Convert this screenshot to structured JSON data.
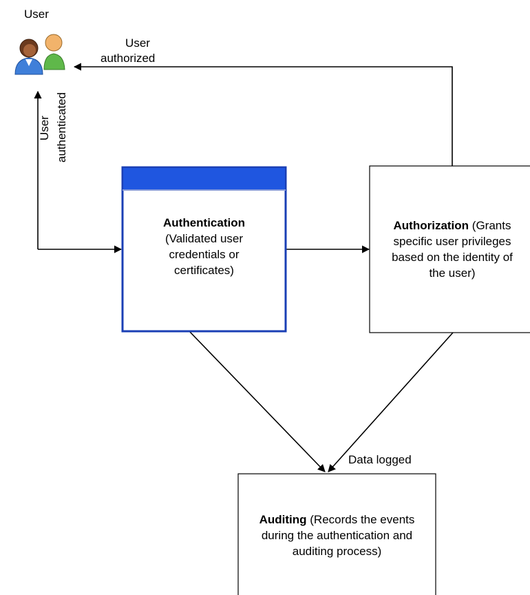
{
  "user": {
    "label": "User",
    "icon": "users-icon"
  },
  "edges": {
    "user_authorized": [
      "User",
      "authorized"
    ],
    "user_authenticated": [
      "User",
      "authenticated"
    ],
    "data_logged": "Data logged"
  },
  "nodes": {
    "authentication": {
      "title": "Authentication",
      "lines": [
        "(Validated user",
        "credentials or",
        "certificates)"
      ]
    },
    "authorization": {
      "title": "Authorization",
      "title_suffix": " (Grants",
      "lines": [
        "specific user privileges",
        "based on the identity of",
        "the user)"
      ]
    },
    "auditing": {
      "title": "Auditing",
      "title_suffix": " (Records the events",
      "lines": [
        "during the authentication and",
        "auditing process)"
      ]
    }
  },
  "colors": {
    "authentication_border": "#1a3fb5",
    "authentication_header": "#1f56e0",
    "line": "#000000"
  }
}
